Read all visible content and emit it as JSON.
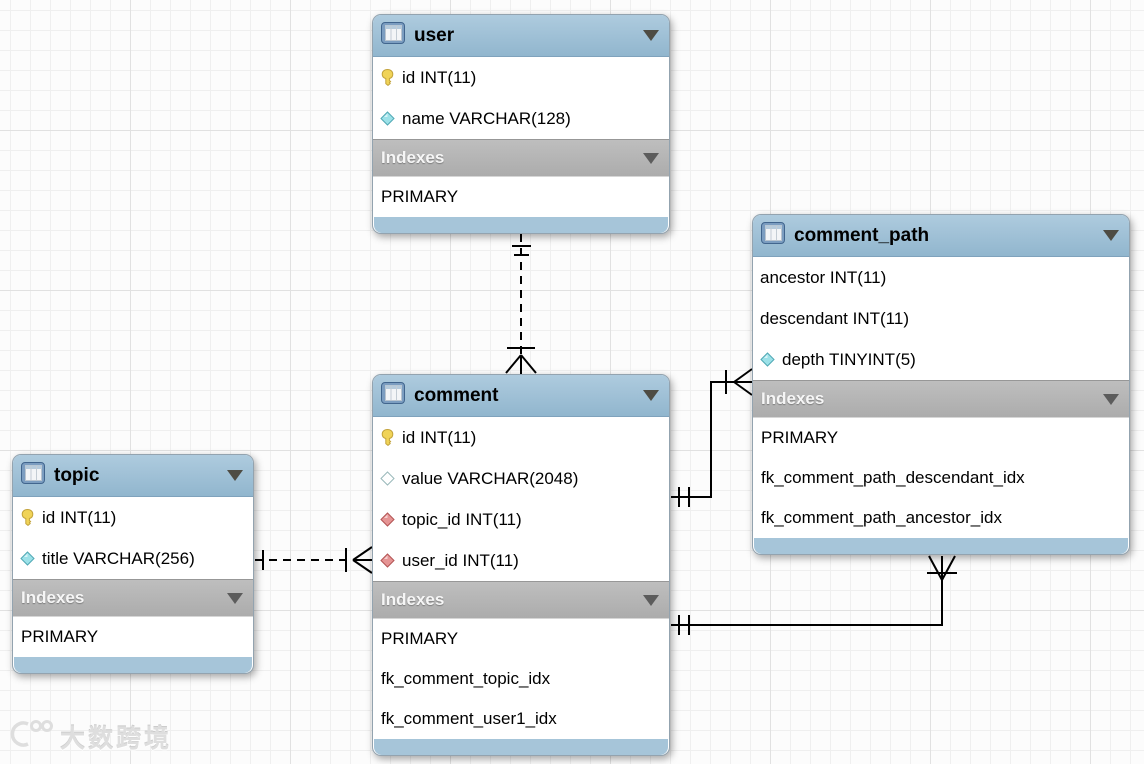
{
  "diagram": {
    "watermark_text": "大数跨境",
    "colors": {
      "table_header_blue": "#9ec1d6",
      "indexes_bar_gray": "#b5b5b5",
      "table_footer_blue": "#a6c5d9",
      "relationship_line": "#000000",
      "key_icon_yellow": "#f0d358",
      "diamond_filled_cyan": "#9ce1e8",
      "diamond_fk_red": "#e59494",
      "grid_line": "#efefef"
    },
    "tables": [
      {
        "name": "user",
        "title": "user",
        "section_label": "Indexes",
        "columns": [
          {
            "icon": "key-icon",
            "text": "id INT(11)"
          },
          {
            "icon": "diamond-filled-icon",
            "text": "name VARCHAR(128)"
          }
        ],
        "indexes": [
          "PRIMARY"
        ]
      },
      {
        "name": "comment_path",
        "title": "comment_path",
        "section_label": "Indexes",
        "columns": [
          {
            "icon": "none",
            "text": "ancestor INT(11)"
          },
          {
            "icon": "none",
            "text": "descendant INT(11)"
          },
          {
            "icon": "diamond-filled-icon",
            "text": "depth TINYINT(5)"
          }
        ],
        "indexes": [
          "PRIMARY",
          "fk_comment_path_descendant_idx",
          "fk_comment_path_ancestor_idx"
        ]
      },
      {
        "name": "comment",
        "title": "comment",
        "section_label": "Indexes",
        "columns": [
          {
            "icon": "key-icon",
            "text": "id INT(11)"
          },
          {
            "icon": "diamond-hollow-icon",
            "text": "value VARCHAR(2048)"
          },
          {
            "icon": "diamond-fk-icon",
            "text": "topic_id INT(11)"
          },
          {
            "icon": "diamond-fk-icon",
            "text": "user_id INT(11)"
          }
        ],
        "indexes": [
          "PRIMARY",
          "fk_comment_topic_idx",
          "fk_comment_user1_idx"
        ]
      },
      {
        "name": "topic",
        "title": "topic",
        "section_label": "Indexes",
        "columns": [
          {
            "icon": "key-icon",
            "text": "id INT(11)"
          },
          {
            "icon": "diamond-filled-icon",
            "text": "title VARCHAR(256)"
          }
        ],
        "indexes": [
          "PRIMARY"
        ]
      }
    ],
    "relationships": [
      {
        "from": "user",
        "to": "comment",
        "style": "dashed-non-identifying",
        "from_cardinality": "one",
        "to_cardinality": "one-to-many"
      },
      {
        "from": "topic",
        "to": "comment",
        "style": "dashed-non-identifying",
        "from_cardinality": "one",
        "to_cardinality": "one-to-many"
      },
      {
        "from": "comment",
        "to": "comment_path",
        "style": "solid-identifying",
        "from_cardinality": "one",
        "to_cardinality": "one-to-many"
      },
      {
        "from": "comment",
        "to": "comment_path",
        "style": "solid-identifying",
        "from_cardinality": "one",
        "to_cardinality": "one-to-many"
      }
    ]
  }
}
